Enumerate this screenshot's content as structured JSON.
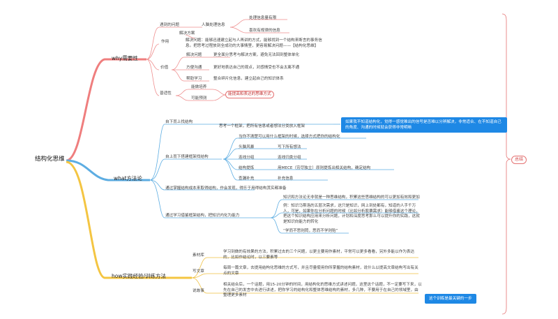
{
  "root": "结构化思维",
  "summary": "总结",
  "branches": {
    "why": {
      "label": "why需要性",
      "problem": {
        "label": "遇到的问题",
        "child": "人脑处理信息",
        "leaves": [
          "处理信息量有限",
          "喜欢有规律的信息"
        ]
      },
      "solution": "解决方案",
      "role": {
        "label": "作用",
        "text": "解决问题：能够迅速建立起与人再讲的方式，能够找到一个结构来断言的事务信息。把思考过程放到全成功的大事情里，更容易解决问题——【结构化思维】"
      },
      "value": {
        "label": "价值",
        "items": [
          {
            "key": "解决问题",
            "desc": "更全面分思考与解决方案，避免无法回到整体单化"
          },
          {
            "key": "方便沟通",
            "desc": "更好地表达自己的观点，对感情受也不会太离不通"
          },
          {
            "key": "帮助学习",
            "desc": "整合碎片化信息，建立起自己的知识体系"
          }
        ]
      },
      "universal": {
        "label": "普适性",
        "items": [
          "能做培养",
          "可能预测"
        ],
        "summary": "能提高和表达的思维方式"
      }
    },
    "what": {
      "label": "what方法论",
      "bottom_up": {
        "label": "自下而上找结构",
        "desc": "思考一个框架，把所有信息或者想法分类放入框架",
        "callout": "如果我不知道结构化，觉得一感觉难出的信号是否难以分辨解决，非常适合、在不知道自己的角度、沟通的时候就会获得非常明晰"
      },
      "top_down": {
        "label": "自上而下搭建框架找结构",
        "intro": "当你不清楚可以用什么框架的时候，选择方式把你的结构化",
        "items": [
          {
            "key": "头脑风暴",
            "desc": "写下所有想法"
          },
          {
            "key": "连线分组",
            "desc": "连线归类分组"
          },
          {
            "key": "结构提炼",
            "desc": "用MECE（穷尽独立）原则提炼出相关结构，确定结构"
          },
          {
            "key": "查漏补充",
            "desc": "补充信息"
          }
        ]
      },
      "blend": "通过掌握结构成本来取得结构，作会发现，得乐于用得结构其实都准备",
      "learn": {
        "label": "通过学习借鉴框架结构，把知识内化为能力",
        "items": [
          "知识和方法论无非就是一种思维结构，积累这些思维结构的可以更加有效和更加",
          "例：知识马斯洛的五层次需求，这只是知识，网上到处都有，知道的人手千万人，可是，如果你在分析问题的时候（比如分析股票需求）能够借鉴这个理论，把这个知识结构应用来分析问题，计划和深度思考那么可以提升你的实践，这就是知识向能力的转化",
          "“学而不思则罔，思而不学则殆”"
        ]
      }
    },
    "how": {
      "label": "how实践经验/训练方法",
      "items": [
        {
          "key": "素材库",
          "desc": "学习到做的有效果的方法，积累过去的三个问题，以更主要用作素材，平常可以更多看看，另外多能以作为表达的，比如作结论时，以三要素等"
        },
        {
          "key": "写文章",
          "desc": "每周一篇文章，去提用结构化思维的方式写，并且尽量使用你所掌握的结构素材，说什么以提高文章结构写出有关点的文章"
        },
        {
          "key": "说故事",
          "desc": "相关结合后，一个话题，用15-20分钟的时间，用结构化的思维方式讲述问题，这里这个话题，不一定要写下来，以先在自己的发言中去进行讲述，把你学习的结构化和整体思维结构的素材，多几种，不要用于在自己的领域里，由整理更多素材"
        }
      ],
      "callout": "这个训练是最关键的一步"
    }
  }
}
